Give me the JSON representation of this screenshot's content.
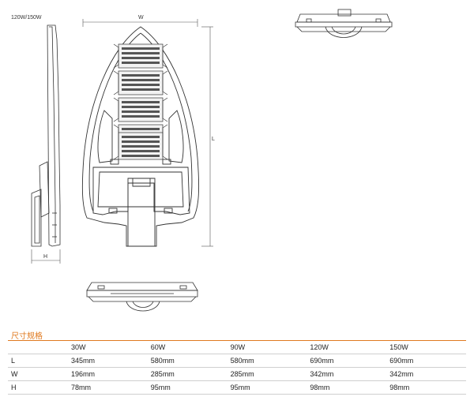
{
  "drawing": {
    "side_label": "120W/150W",
    "width_label": "W",
    "length_label": "L",
    "height_label": "H"
  },
  "spec": {
    "title": "尺寸规格",
    "columns": [
      "",
      "30W",
      "60W",
      "90W",
      "120W",
      "150W"
    ],
    "rows": [
      {
        "label": "L",
        "values": [
          "345mm",
          "580mm",
          "580mm",
          "690mm",
          "690mm"
        ]
      },
      {
        "label": "W",
        "values": [
          "196mm",
          "285mm",
          "285mm",
          "342mm",
          "342mm"
        ]
      },
      {
        "label": "H",
        "values": [
          "78mm",
          "95mm",
          "95mm",
          "98mm",
          "98mm"
        ]
      }
    ]
  },
  "colors": {
    "accent": "#e07a20",
    "line": "#333333"
  }
}
